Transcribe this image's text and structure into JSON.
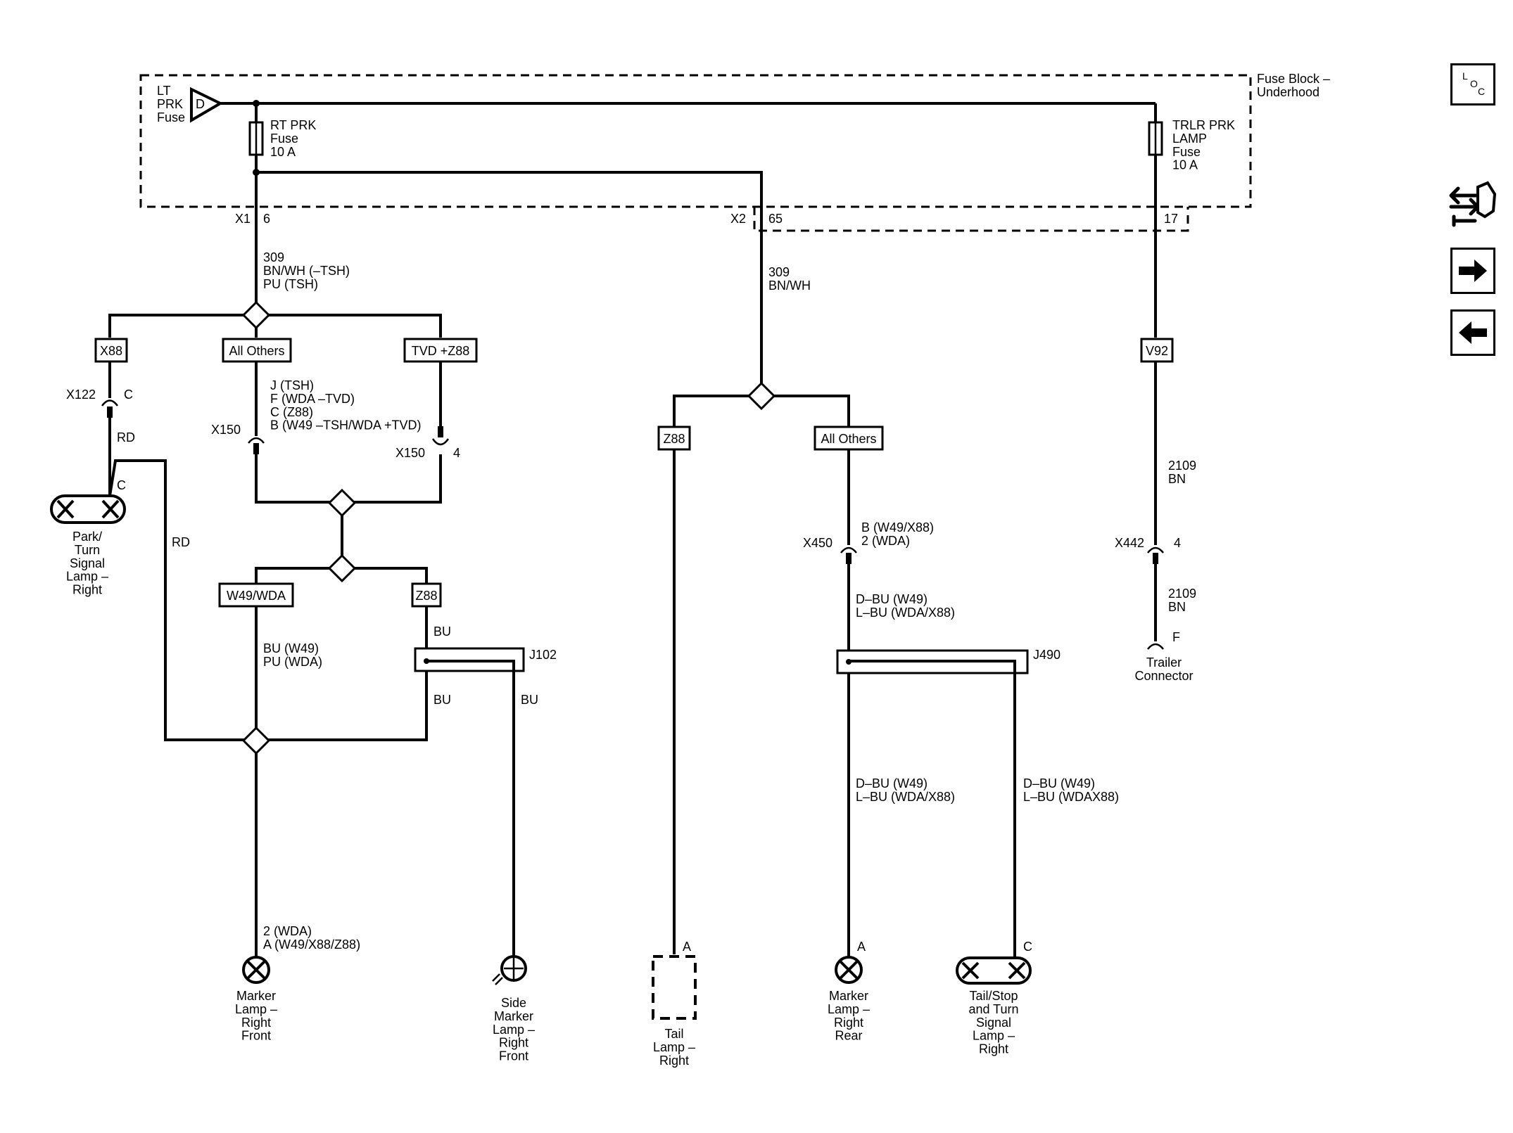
{
  "fuse_block": {
    "label": "Fuse Block –\nUnderhood",
    "lt_prk_fuse": "LT\nPRK\nFuse",
    "lt_prk_letter": "D",
    "rt_prk_fuse": "RT PRK\nFuse\n10 A",
    "trlr_fuse": "TRLR PRK\nLAMP\nFuse\n10 A"
  },
  "connectors": {
    "x1": "X1",
    "x1_pin": "6",
    "x2": "X2",
    "x2_pin": "65",
    "x3_pin": "17",
    "x122": "X122",
    "x122_pin": "C",
    "x150_left": "X150",
    "x150_right": "X150",
    "x150_right_pin": "4",
    "x450": "X450",
    "x442": "X442",
    "x442_pin": "4",
    "j102": "J102",
    "j490": "J490"
  },
  "wires": {
    "w309_left": "309\nBN/WH (–TSH)\nPU (TSH)",
    "w309_mid": "309\nBN/WH",
    "rd_top": "RD",
    "rd_mid": "RD",
    "x150_pins": "J (TSH)\nF (WDA –TVD)\nC (Z88)\nB (W49 –TSH/WDA +TVD)",
    "bu_w49": "BU (W49)\nPU (WDA)",
    "bu_1": "BU",
    "bu_2": "BU",
    "bu_3": "BU",
    "x450_pins": "B (W49/X88)\n2 (WDA)",
    "dbu_1": "D–BU (W49)\nL–BU (WDA/X88)",
    "dbu_2": "D–BU (W49)\nL–BU (WDA/X88)",
    "dbu_3": "D–BU (W49)\nL–BU (WDAX88)",
    "w2109_1": "2109\nBN",
    "w2109_2": "2109\nBN",
    "marker_front_pins": "2 (WDA)\nA (W49/X88/Z88)"
  },
  "options": {
    "x88": "X88",
    "all_others_left": "All Others",
    "tvd_z88": "TVD +Z88",
    "w49_wda": "W49/WDA",
    "z88_left": "Z88",
    "z88_mid": "Z88",
    "all_others_mid": "All Others",
    "v92": "V92"
  },
  "components": {
    "park_turn": "Park/\nTurn\nSignal\nLamp –\nRight",
    "park_turn_pin": "C",
    "marker_front": "Marker\nLamp –\nRight\nFront",
    "side_marker": "Side\nMarker\nLamp –\nRight\nFront",
    "tail_lamp": "Tail\nLamp –\nRight",
    "tail_lamp_pin": "A",
    "marker_rear": "Marker\nLamp –\nRight\nRear",
    "marker_rear_pin": "A",
    "tail_stop": "Tail/Stop\nand Turn\nSignal\nLamp –\nRight",
    "tail_stop_pin": "C",
    "trailer": "Trailer\nConnector",
    "trailer_pin": "F"
  },
  "nav": {
    "loc_text": [
      "L",
      "O",
      "C"
    ],
    "icons": [
      "harness-icon",
      "next-arrow-icon",
      "prev-arrow-icon"
    ]
  }
}
